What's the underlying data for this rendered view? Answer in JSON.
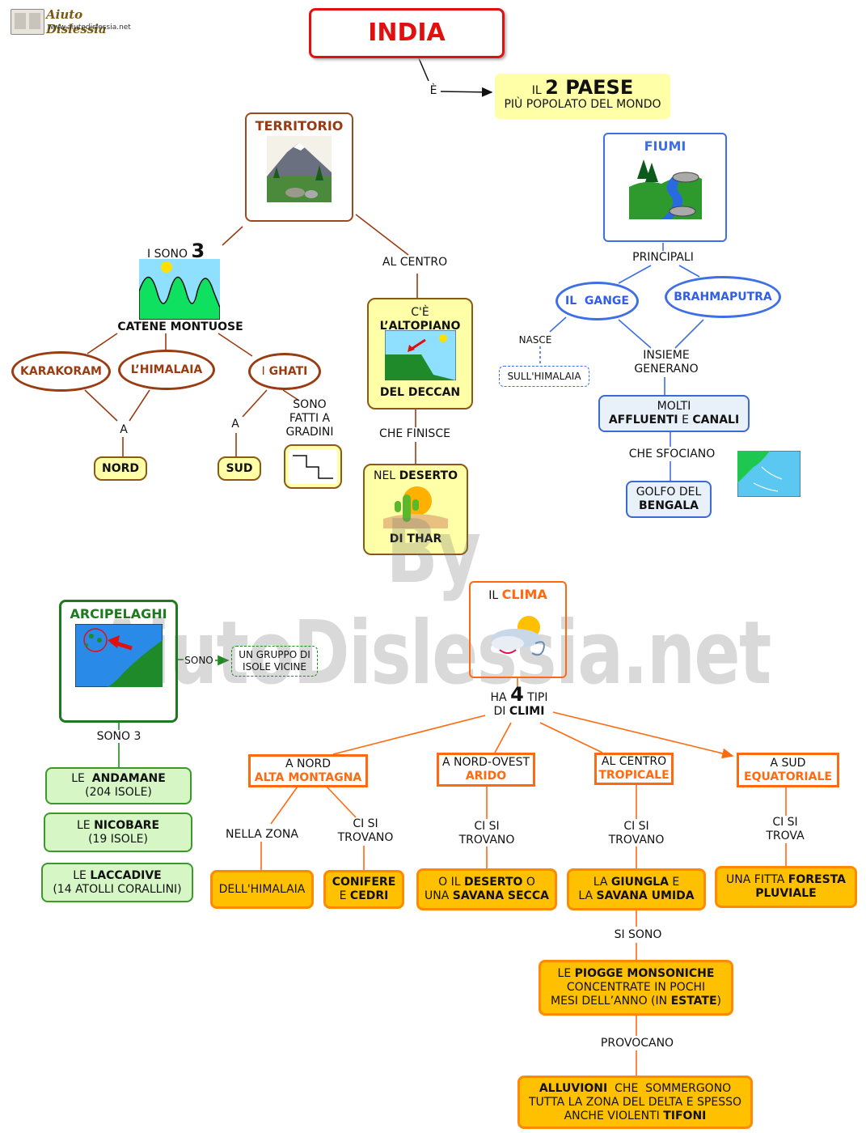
{
  "logo": {
    "name": "Aiuto Dislessia",
    "url": "www.aiutodislessia.net"
  },
  "watermark": "By AiutoDislessia.net",
  "title": "INDIA",
  "top": {
    "conn": "È",
    "paese_pre": "IL",
    "paese_big": "2 PAESE",
    "paese_line2": "PIÙ POPOLATO DEL MONDO"
  },
  "territorio": {
    "title": "TERRITORIO",
    "i_sono": "I SONO",
    "num": "3",
    "catene": "CATENE MONTUOSE",
    "karakoram": "KARAKORAM",
    "himalaia": "L’HIMALAIA",
    "ghati_pre": "I",
    "ghati": "GHATI",
    "a1": "A",
    "a2": "A",
    "nord": "NORD",
    "sud": "SUD",
    "gradini": [
      "SONO",
      "FATTI A",
      "GRADINI"
    ],
    "al_centro": "AL CENTRO",
    "deccan_line1": "C'È",
    "deccan_line2": "L’ALTOPIANO",
    "deccan_line3": "DEL DECCAN",
    "che_finisce": "CHE FINISCE",
    "thar_pre": "NEL",
    "thar_b": "DESERTO",
    "thar_line2": "DI THAR"
  },
  "fiumi": {
    "title": "FIUMI",
    "principali": "PRINCIPALI",
    "gange": "IL  GANGE",
    "brahmaputra": "BRAHMAPUTRA",
    "nasce": "NASCE",
    "sull_himalaia": "SULL'HIMALAIA",
    "insieme": "INSIEME",
    "generano": "GENERANO",
    "molti": "MOLTI",
    "affluenti": "AFFLUENTI",
    "e": "E",
    "canali": "CANALI",
    "che_sfociano": "CHE SFOCIANO",
    "golfo": "GOLFO DEL",
    "bengala": "BENGALA"
  },
  "arcipelaghi": {
    "title": "ARCIPELAGHI",
    "sono": "SONO",
    "gruppo": [
      "UN GRUPPO DI",
      "ISOLE VICINE"
    ],
    "sono3": "SONO 3",
    "items": [
      {
        "pre": "LE ",
        "name": "ANDAMANE",
        "detail": "(204 ISOLE)"
      },
      {
        "pre": "LE ",
        "name": "NICOBARE",
        "detail": "(19 ISOLE)"
      },
      {
        "pre": "LE ",
        "name": "LACCADIVE",
        "detail": "(14 ATOLLI CORALLINI)"
      }
    ]
  },
  "clima": {
    "pre": "IL",
    "title": "CLIMA",
    "ha": "HA",
    "num": "4",
    "tipi": "TIPI",
    "di": "DI",
    "climi": "CLIMI",
    "types": [
      {
        "line1": "A NORD",
        "line2": "ALTA MONTAGNA"
      },
      {
        "line1": "A NORD-OVEST",
        "line2": "ARIDO"
      },
      {
        "line1": "AL CENTRO",
        "line2": "TROPICALE"
      },
      {
        "line1": "A SUD",
        "line2": "EQUATORIALE"
      }
    ],
    "nella_zona": "NELLA ZONA",
    "ci_si_trovano": [
      "CI SI",
      "TROVANO"
    ],
    "ci_si_trova": [
      "CI SI",
      "TROVA"
    ],
    "himalaia": "DELL'HIMALAIA",
    "conifere": "CONIFERE",
    "e_cedri": "E",
    "cedri": "CEDRI",
    "deserto": [
      "O IL ",
      "DESERTO",
      " O",
      "UNA ",
      "SAVANA SECCA"
    ],
    "giungla": [
      "LA ",
      "GIUNGLA",
      " E",
      "LA ",
      "SAVANA UMIDA"
    ],
    "foresta": [
      "UNA FITTA ",
      "FORESTA",
      "PLUVIALE"
    ],
    "si_sono": "SI SONO",
    "piogge": [
      "LE ",
      "PIOGGE MONSONICHE",
      "CONCENTRATE IN POCHI",
      "MESI DELL’ANNO (IN ",
      "ESTATE",
      ")"
    ],
    "provocano": "PROVOCANO",
    "alluvioni": [
      "ALLUVIONI",
      "  CHE  SOMMERGONO",
      "TUTTA LA ZONA DEL DELTA E SPESSO",
      "ANCHE VIOLENTI ",
      "TIFONI"
    ]
  },
  "colors": {
    "red": "#e01010",
    "brown": "#9a3c12",
    "blue": "#3f6fe6",
    "orange": "#ff6a10",
    "green": "#1f7a1f",
    "yellow": "#ffffa8",
    "gold": "#ffc000"
  }
}
